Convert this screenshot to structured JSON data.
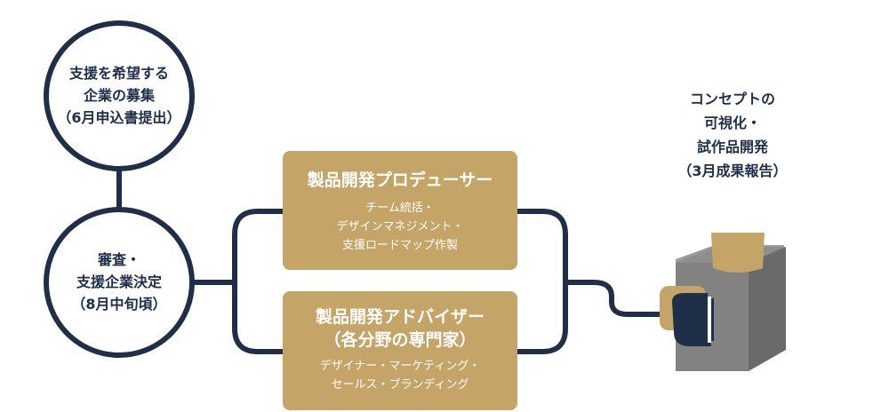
{
  "colors": {
    "navy": "#1f2f4a",
    "gold": "#c4a467",
    "gray": "#7d7d7d",
    "white": "#ffffff"
  },
  "step1": {
    "lines": [
      "支援を希望する",
      "企業の募集",
      "（6月申込書提出）"
    ]
  },
  "step2": {
    "lines": [
      "審査・",
      "支援企業決定",
      "（8月中旬頃）"
    ]
  },
  "producer": {
    "title": "製品開発プロデューサー",
    "desc": [
      "チーム統括・",
      "デザインマネジメント・",
      "支援ロードマップ作製"
    ]
  },
  "advisor": {
    "title_lines": [
      "製品開発アドバイザー",
      "（各分野の専門家）"
    ],
    "desc": [
      "デザイナー・マーケティング・",
      "セールス・ブランディング"
    ]
  },
  "result": {
    "lines": [
      "コンセプトの",
      "可視化・",
      "試作品開発",
      "（3月成果報告）"
    ]
  },
  "icons": {
    "machine": "machine-icon"
  }
}
